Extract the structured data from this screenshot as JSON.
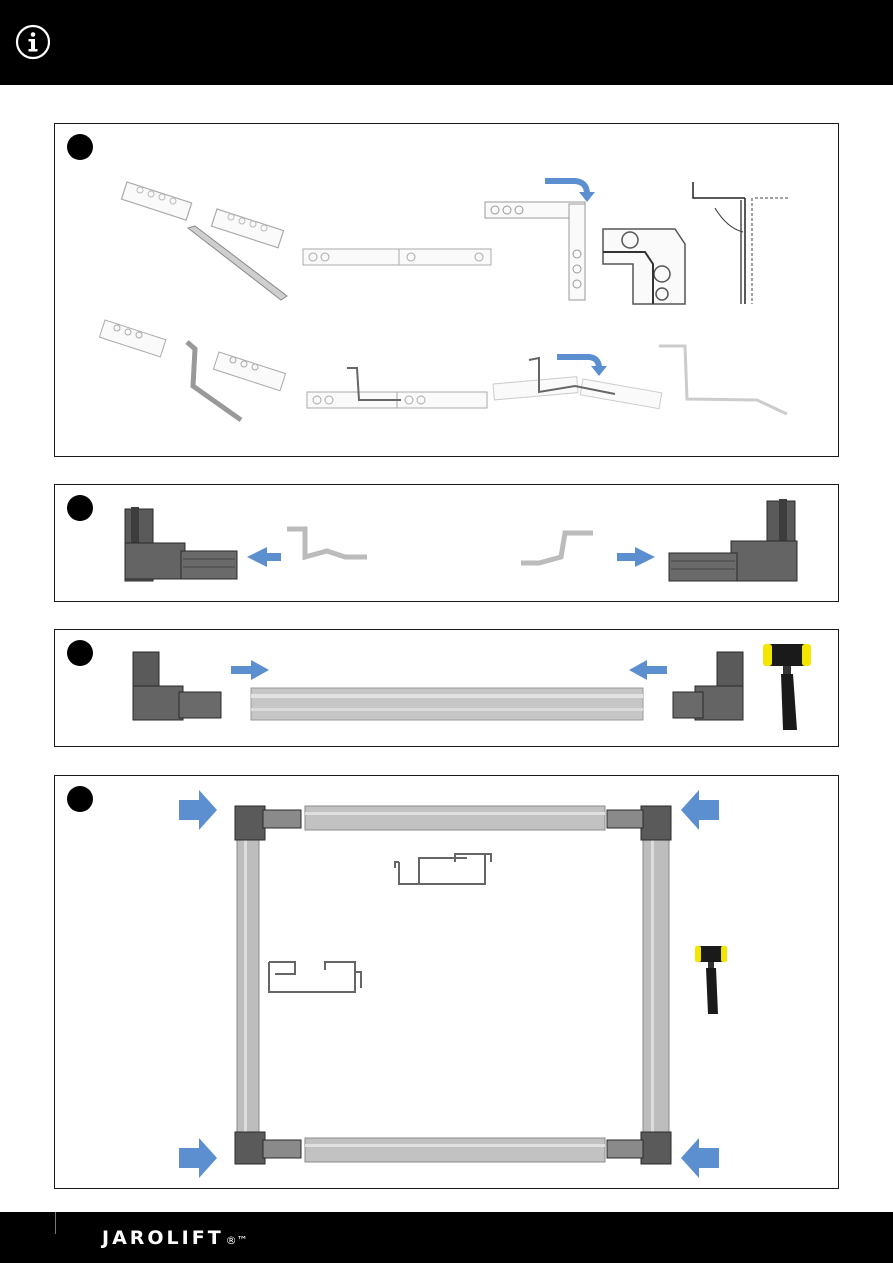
{
  "header": {
    "icon": "info-icon",
    "background": "#000000"
  },
  "steps": [
    {
      "icon": "step-dot-1"
    },
    {
      "icon": "step-dot-2"
    },
    {
      "icon": "step-dot-3"
    },
    {
      "icon": "step-dot-4"
    }
  ],
  "colors": {
    "arrow": "#5b8fd0",
    "profile": "#b8b8b8",
    "corner": "#5a5a5a",
    "mallet_head": "#f2e600"
  },
  "footer": {
    "brand": "JAROLIFT",
    "mark": "®™"
  }
}
